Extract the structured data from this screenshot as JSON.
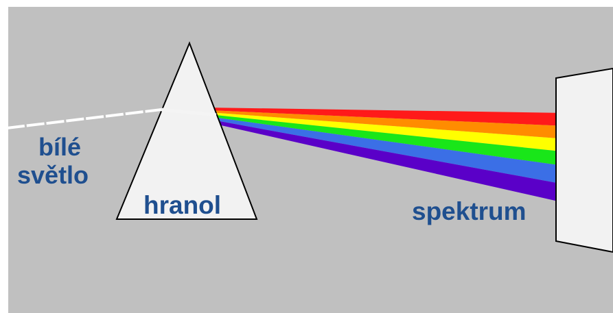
{
  "diagram": {
    "labels": {
      "white_light_line1": "bílé",
      "white_light_line2": "světlo",
      "prism": "hranol",
      "spectrum": "spektrum"
    },
    "colors": {
      "background": "#c0c0c0",
      "prism_fill": "#f2f2f2",
      "screen_fill": "#f2f2f2",
      "label_text": "#1f4f8f",
      "white_beam": "#ffffff",
      "spectrum_bands": [
        "#ff1a1a",
        "#ff8c00",
        "#ffff00",
        "#19e619",
        "#3b6fe6",
        "#5a00c8"
      ]
    }
  }
}
